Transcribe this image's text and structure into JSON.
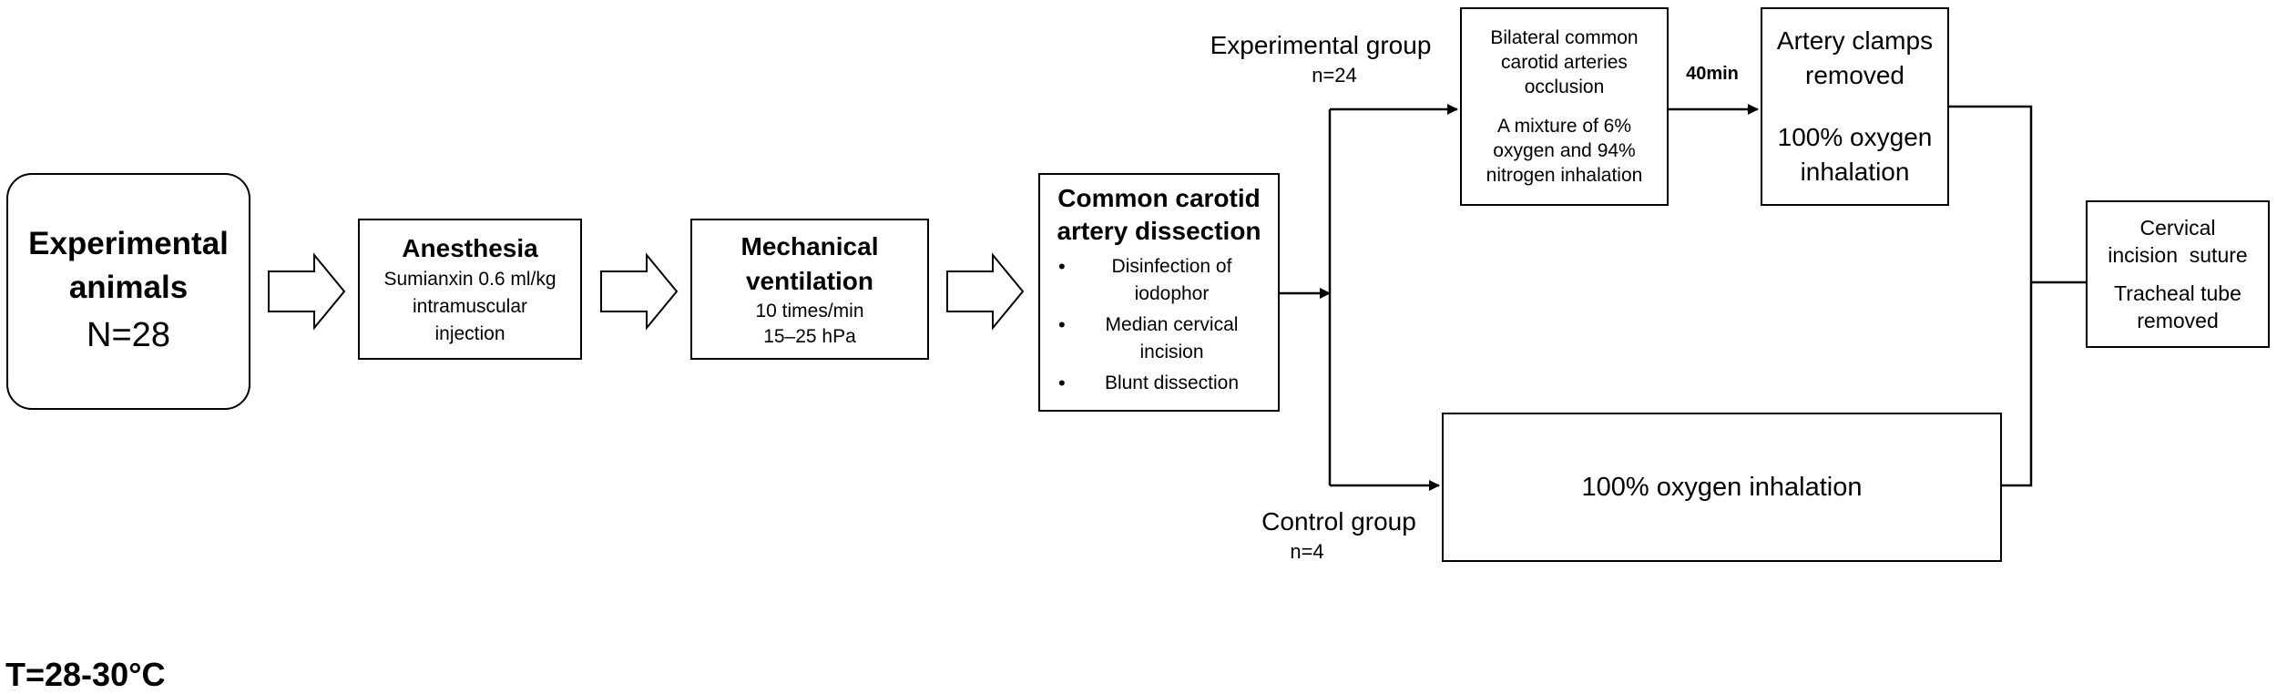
{
  "nodes": {
    "animals": {
      "title_line1": "Experimental",
      "title_line2": "animals",
      "count": "N=28"
    },
    "anesthesia": {
      "title": "Anesthesia",
      "line1": "Sumianxin 0.6 ml/kg",
      "line2": "intramuscular",
      "line3": "injection"
    },
    "ventilation": {
      "title_line1": "Mechanical",
      "title_line2": "ventilation",
      "line1": "10 times/min",
      "line2": "15–25 hPa"
    },
    "dissection": {
      "title_line1": "Common carotid",
      "title_line2": "artery dissection",
      "steps": [
        "Disinfection of iodophor",
        "Median cervical incision",
        "Blunt dissection"
      ]
    },
    "occlusion": {
      "line1": "Bilateral common",
      "line2": "carotid arteries",
      "line3": "occlusion",
      "line4": "A mixture of 6%",
      "line5": "oxygen and 94%",
      "line6": "nitrogen inhalation"
    },
    "clamps": {
      "line1": "Artery clamps",
      "line2": "removed",
      "line3": "100% oxygen",
      "line4": "inhalation"
    },
    "control_box": {
      "text": "100% oxygen inhalation"
    },
    "suture": {
      "line1": "Cervical",
      "line2": "incision  suture",
      "line3": "Tracheal tube",
      "line4": "removed"
    }
  },
  "labels": {
    "experimental_group": "Experimental group",
    "experimental_n": "n=24",
    "control_group": "Control group",
    "control_n": "n=4",
    "duration": "40min",
    "temperature": "T=28-30°C"
  },
  "colors": {
    "stroke": "#000000",
    "background": "#ffffff"
  }
}
